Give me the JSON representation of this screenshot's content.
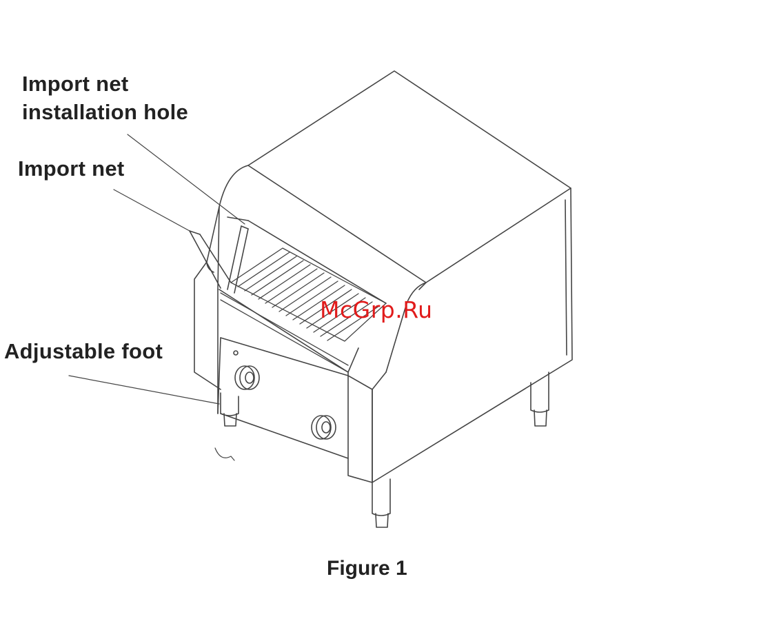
{
  "labels": {
    "import_net_hole_line1": "Import net",
    "import_net_hole_line2": "installation hole",
    "import_net": "Import net",
    "adjustable_foot": "Adjustable foot"
  },
  "caption": "Figure 1",
  "watermark": "McGrp.Ru",
  "colors": {
    "line": "#444444",
    "watermark": "#e11b1b"
  }
}
